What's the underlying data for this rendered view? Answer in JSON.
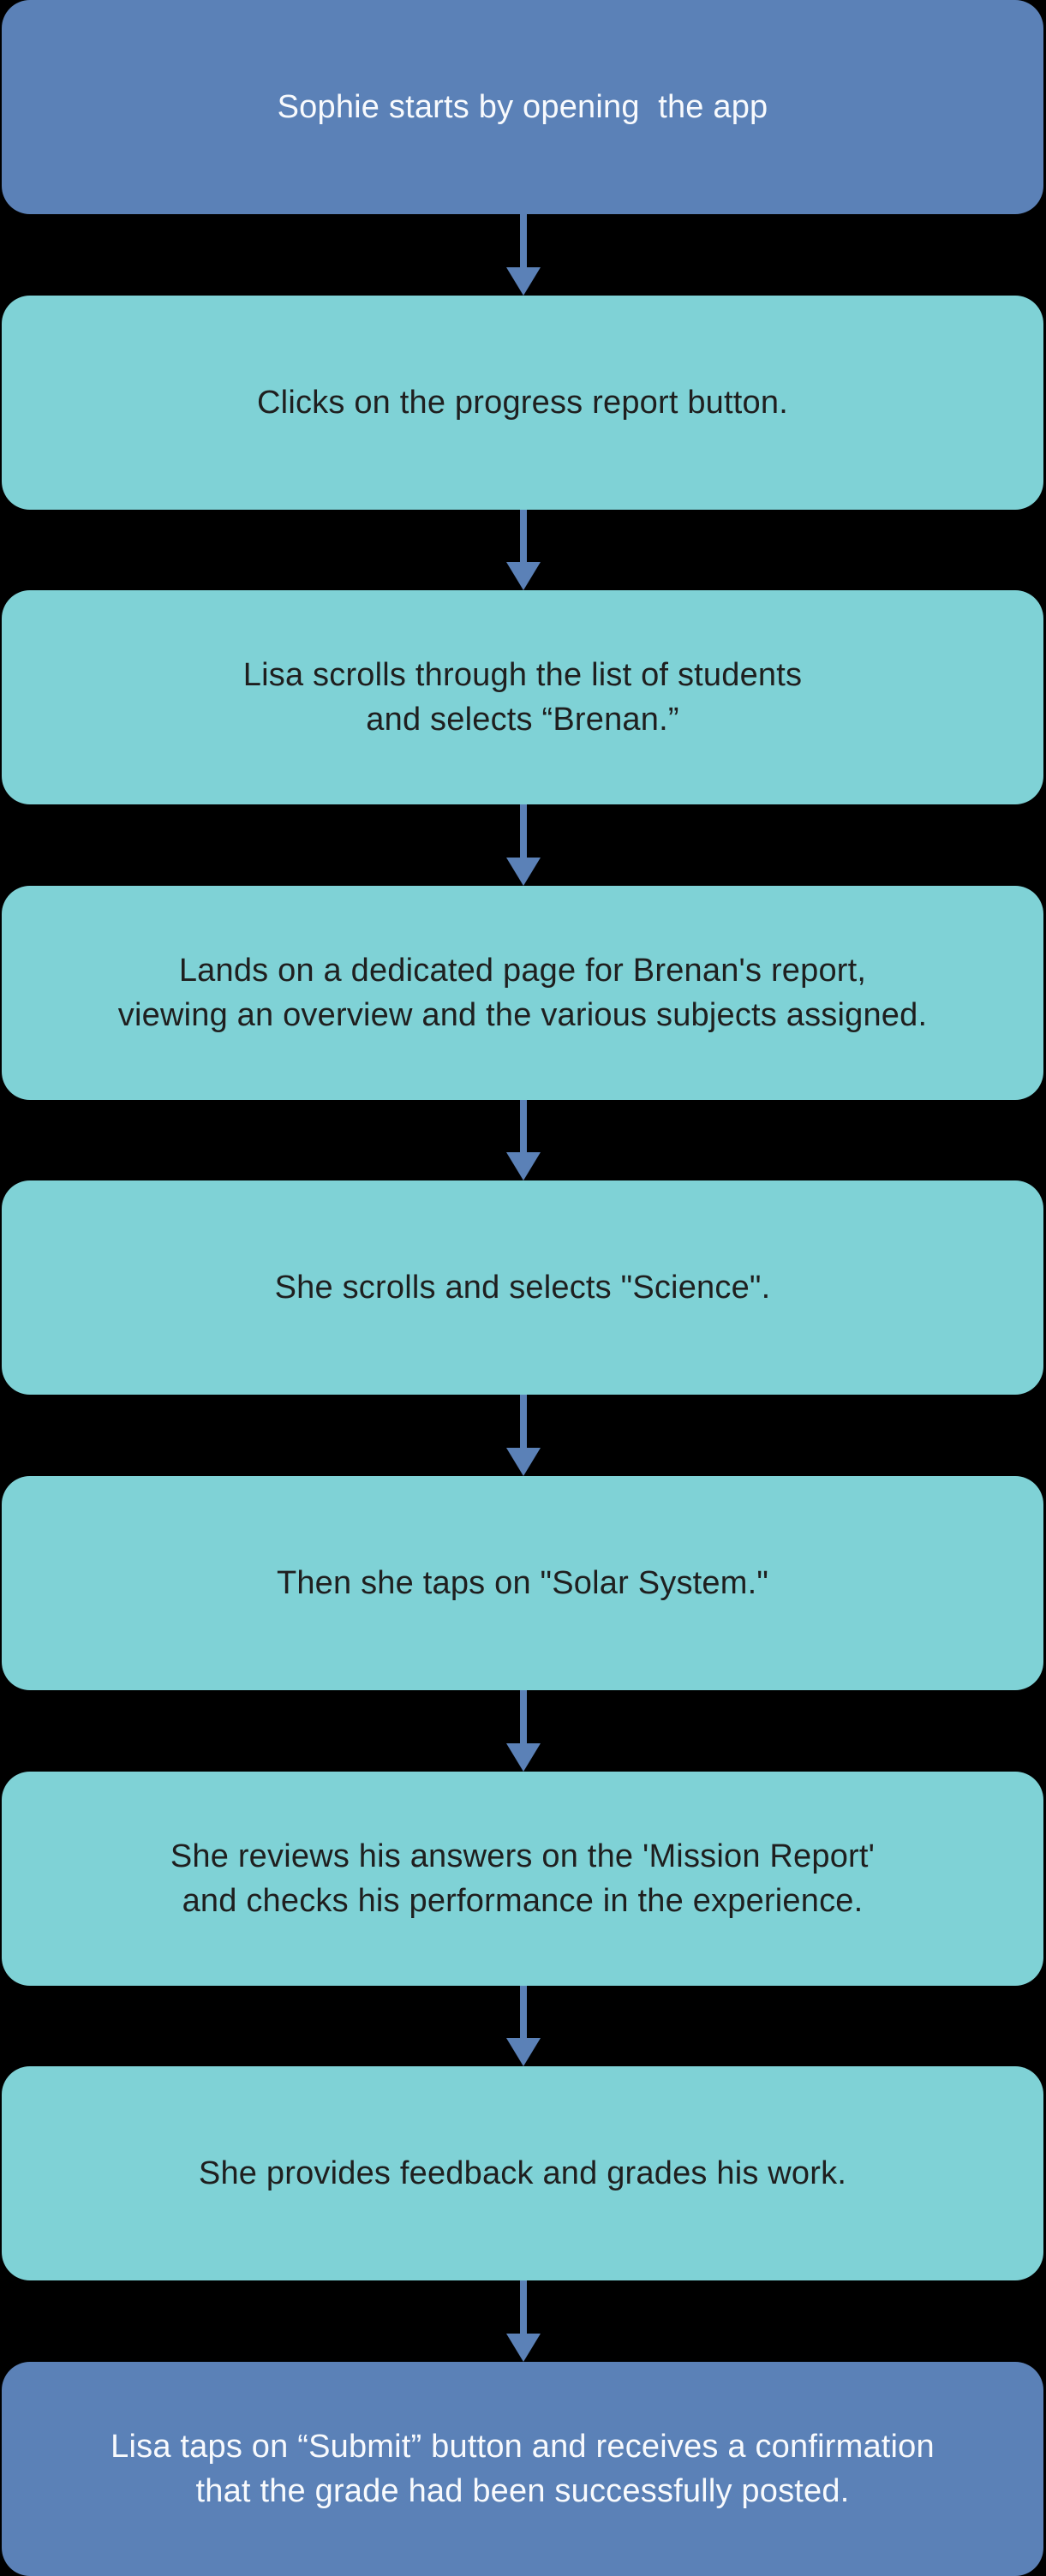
{
  "diagram": {
    "type": "flowchart",
    "background": "#000000",
    "colors": {
      "start_end_fill": "#5b81b7",
      "start_end_text": "#f8fafd",
      "process_fill": "#7fd2d6",
      "process_text": "#1f1f1f",
      "arrow": "#5b81b7"
    },
    "steps": [
      {
        "type": "start",
        "text": "Sophie starts by opening  the app"
      },
      {
        "type": "process",
        "text": "Clicks on the progress report button."
      },
      {
        "type": "process",
        "text": "Lisa scrolls through the list of students\nand selects “Brenan.”"
      },
      {
        "type": "process",
        "text": "Lands on a dedicated page for Brenan's report,\nviewing an overview and the various subjects assigned."
      },
      {
        "type": "process",
        "text": "She scrolls and selects \"Science\"."
      },
      {
        "type": "process",
        "text": "Then she taps on \"Solar System.\""
      },
      {
        "type": "process",
        "text": "She reviews his answers on the 'Mission Report'\nand checks his performance in the experience."
      },
      {
        "type": "process",
        "text": "She provides feedback and grades his work."
      },
      {
        "type": "end",
        "text": "Lisa taps on “Submit” button and receives a confirmation\nthat the grade had been successfully posted."
      }
    ]
  }
}
